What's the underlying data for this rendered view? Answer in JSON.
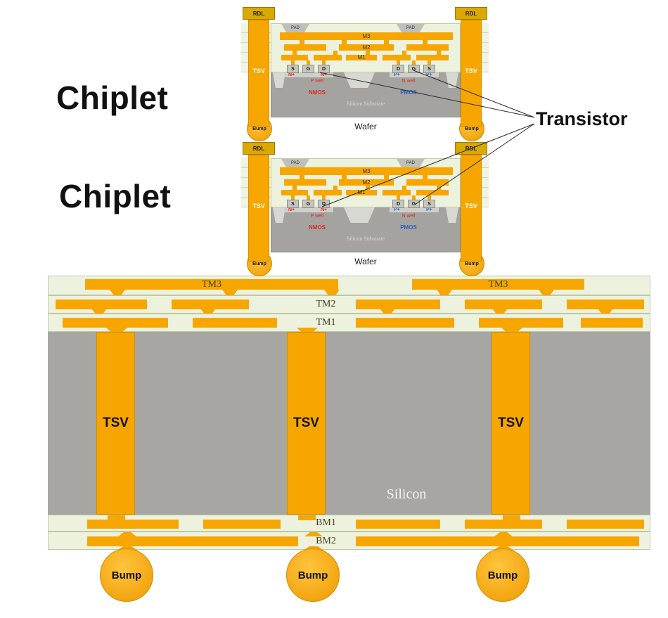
{
  "colors": {
    "orange": "#F7A600",
    "orange-dark": "#D18E00",
    "rdl-gold": "#D9A900",
    "green-bg": "#EDF2DE",
    "green-line": "#BCC8A4",
    "silicon-gray": "#A8A6A2",
    "substrate-gray": "#A5A3A0",
    "pad-gray": "#BFBFBA",
    "sti-light": "#D8D8D3",
    "nmos-red": "#D92B1F",
    "pmos-blue": "#2B5FC2"
  },
  "labels": {
    "chiplet1": "Chiplet",
    "chiplet2": "Chiplet",
    "transistor": "Transistor"
  },
  "chiplet": {
    "rdl": "RDL",
    "pad": "PAD",
    "m3": "M3",
    "m2": "M2",
    "m1": "M1",
    "tsv": "TSV",
    "bump": "Bump",
    "s": "S",
    "g": "G",
    "d": "D",
    "n_plus": "N+",
    "p_plus": "P+",
    "p_well": "P well",
    "n_well": "N well",
    "nmos": "NMOS",
    "pmos": "PMOS",
    "substrate": "Silicon Substrate",
    "wafer": "Wafer"
  },
  "interposer": {
    "tm3": "TM3",
    "tm2": "TM2",
    "tm1": "TM1",
    "bm1": "BM1",
    "bm2": "BM2",
    "silicon": "Silicon",
    "tsv": "TSV",
    "bump": "Bump"
  }
}
